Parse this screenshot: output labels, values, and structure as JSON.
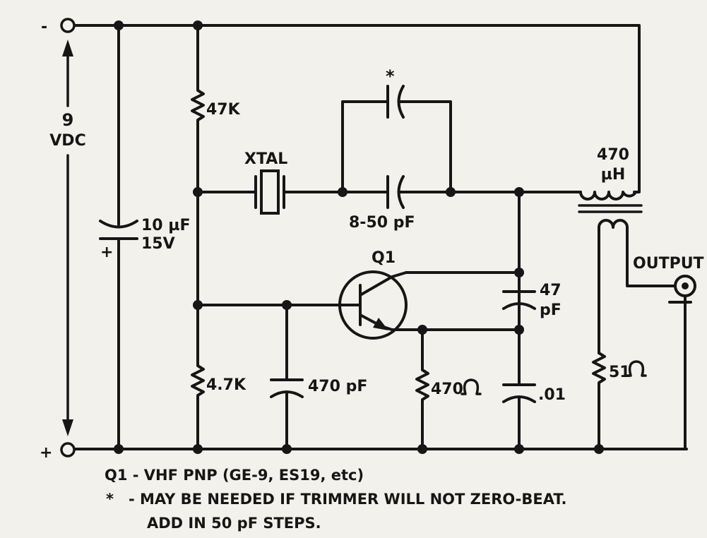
{
  "supply": {
    "negative_terminal": "-",
    "positive_terminal": "+",
    "voltage_value": "9",
    "voltage_unit": "VDC"
  },
  "components": {
    "c_supply": {
      "value": "10 µF",
      "rating": "15V",
      "polarity_mark": "+"
    },
    "r_bias_top": {
      "value": "47K"
    },
    "r_bias_bottom": {
      "value": "4.7K"
    },
    "crystal": {
      "label": "XTAL"
    },
    "c_extra": {
      "mark": "*"
    },
    "c_trimmer": {
      "value": "8-50 pF"
    },
    "inductor": {
      "value": "470",
      "unit": "µH"
    },
    "transistor": {
      "label": "Q1"
    },
    "c_feedback": {
      "value": "47",
      "unit": "pF"
    },
    "c_base": {
      "value": "470 pF"
    },
    "r_emitter": {
      "value": "470"
    },
    "c_bypass": {
      "value": ".01"
    },
    "r_load": {
      "value": "51"
    },
    "output": {
      "label": "OUTPUT"
    }
  },
  "notes": {
    "line1": "Q1 - VHF PNP (GE-9, ES19, etc)",
    "line2_mark": "*",
    "line2": "- MAY BE NEEDED IF TRIMMER WILL NOT ZERO-BEAT.",
    "line3": "ADD IN 50 pF STEPS."
  }
}
